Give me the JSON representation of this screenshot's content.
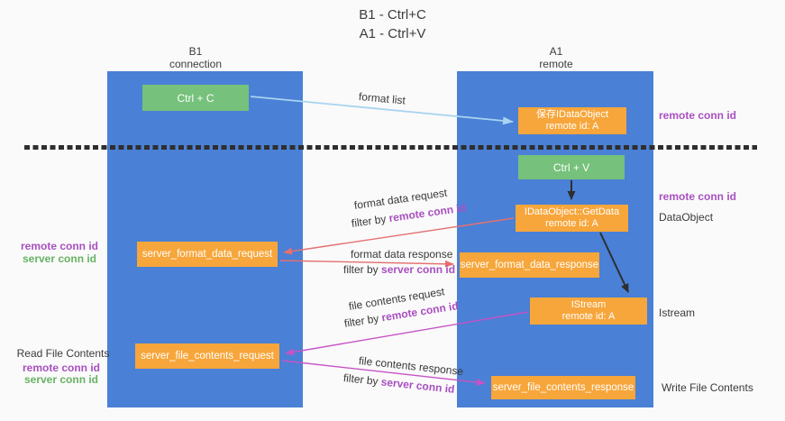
{
  "title": {
    "line1": "B1 - Ctrl+C",
    "line2": "A1 - Ctrl+V"
  },
  "lifelines": {
    "left": {
      "name": "B1",
      "subtitle": "connection"
    },
    "right": {
      "name": "A1",
      "subtitle": "remote"
    }
  },
  "boxes": {
    "ctrl_c": {
      "label": "Ctrl + C"
    },
    "ctrl_v": {
      "label": "Ctrl + V"
    },
    "save_idataobject": {
      "line1": "保存IDataObject",
      "line2": "remote id: A"
    },
    "getdata": {
      "line1": "IDataObject::GetData",
      "line2": "remote id: A"
    },
    "istream": {
      "line1": "IStream",
      "line2": "remote id: A"
    },
    "server_format_data_request": {
      "label": "server_format_data_request"
    },
    "server_format_data_response": {
      "label": "server_format_data_response"
    },
    "server_file_contents_request": {
      "label": "server_file_contents_request"
    },
    "server_file_contents_response": {
      "label": "server_file_contents_response"
    }
  },
  "flow_labels": {
    "format_list": "format list",
    "format_data_request": "format data request",
    "format_data_response": "format data response",
    "file_contents_request": "file contents request",
    "file_contents_response": "file contents response",
    "filter_by": "filter by ",
    "remote_conn_id": "remote conn id",
    "server_conn_id": "server conn id"
  },
  "side_labels": {
    "remote_conn_id": "remote conn id",
    "server_conn_id": "server conn id",
    "dataobject": "DataObject",
    "istream": "Istream",
    "read_file_contents": "Read File Contents",
    "write_file_contents": "Write File Contents"
  },
  "colors": {
    "lifeline_blue": "#4a80d5",
    "box_green": "#76c17b",
    "box_orange": "#f7a63b",
    "arrow_lightblue": "#a9d3f0",
    "arrow_red": "#e57070",
    "arrow_magenta": "#c653c6",
    "arrow_black": "#2e2e2e",
    "label_purple": "#a850c0",
    "label_green": "#68b264"
  }
}
